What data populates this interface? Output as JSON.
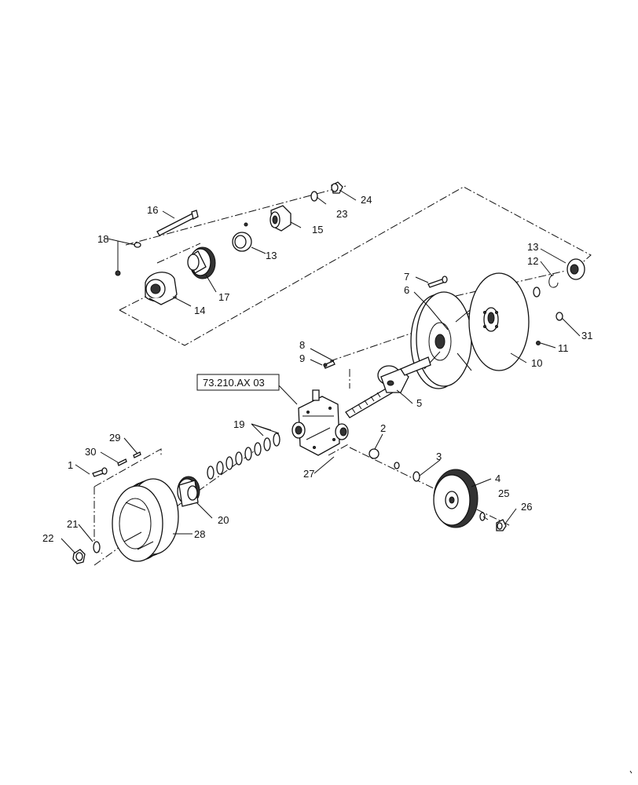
{
  "callouts": {
    "c1": "1",
    "c2": "2",
    "c3": "3",
    "c4": "4",
    "c5": "5",
    "c6": "6",
    "c7": "7",
    "c8": "8",
    "c9": "9",
    "c10": "10",
    "c11": "11",
    "c12": "12",
    "c13a": "13",
    "c13b": "13",
    "c14": "14",
    "c15": "15",
    "c16": "16",
    "c17": "17",
    "c18": "18",
    "c19": "19",
    "c20": "20",
    "c21": "21",
    "c22": "22",
    "c23": "23",
    "c24": "24",
    "c25": "25",
    "c26": "26",
    "c27": "27",
    "c28": "28",
    "c29": "29",
    "c30": "30",
    "c31": "31"
  },
  "reference_label": "73.210.AX 03"
}
